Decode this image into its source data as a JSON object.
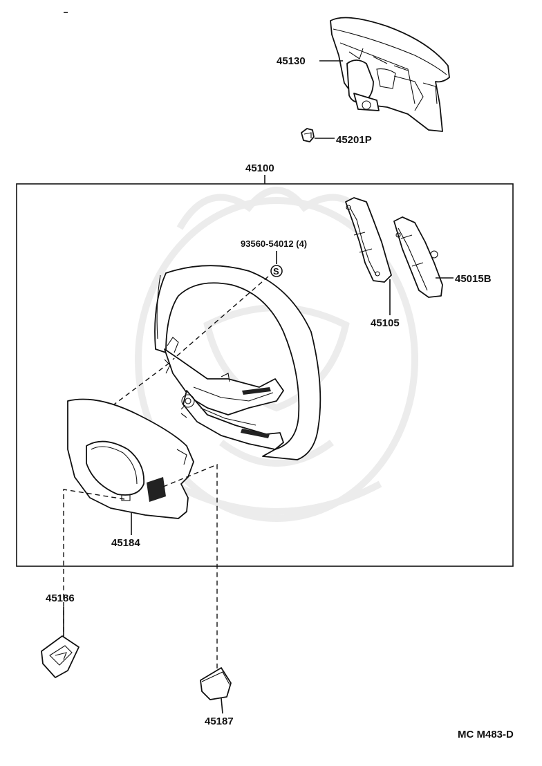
{
  "parts": {
    "p45130": "45130",
    "p45201p": "45201P",
    "p45100": "45100",
    "p93560": "93560-54012 (4)",
    "p45105": "45105",
    "p45015b": "45015B",
    "p45184": "45184",
    "p45186": "45186",
    "p45187": "45187"
  },
  "standard_part_symbol": "S",
  "diagram_code": "MC M483-D"
}
